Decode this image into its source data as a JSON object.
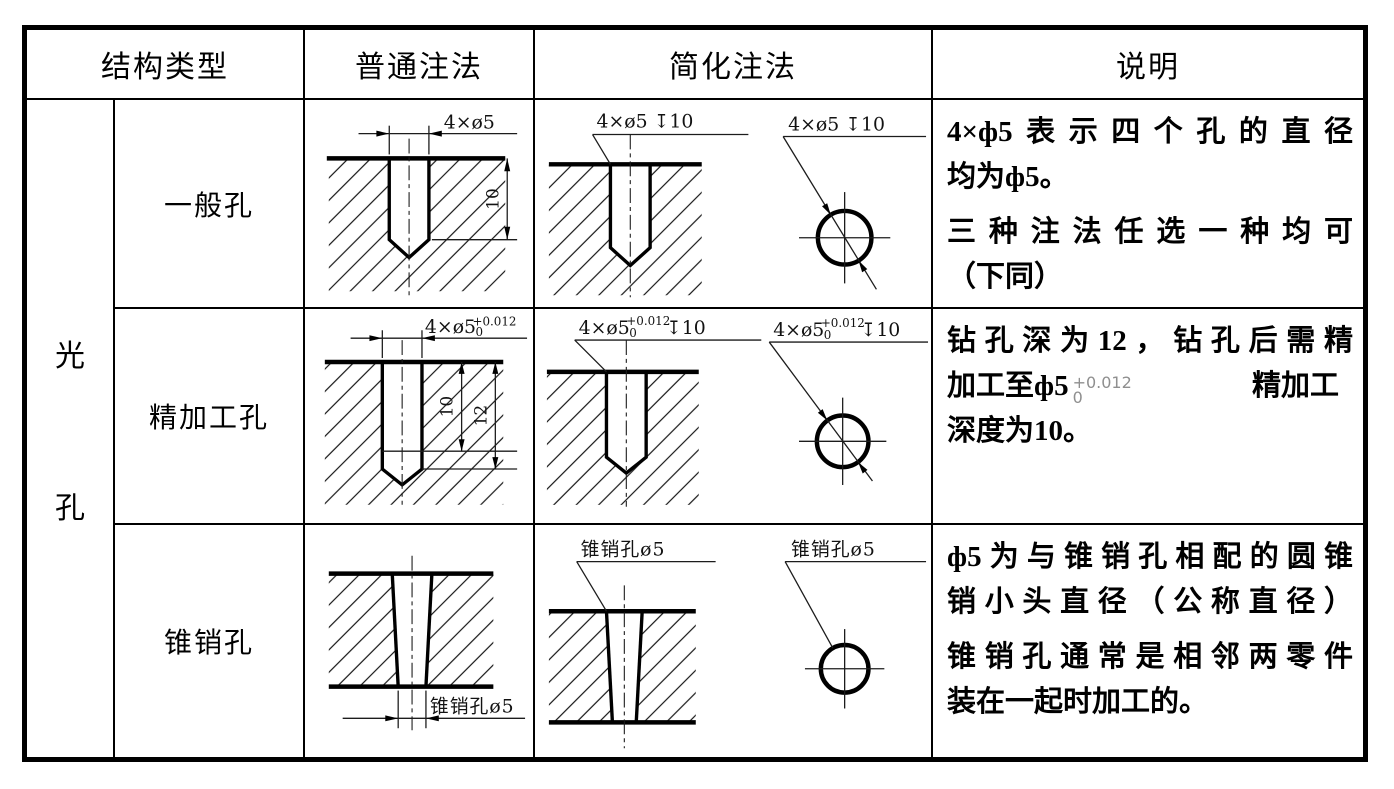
{
  "header": {
    "structure_type": "结构类型",
    "ordinary": "普通注法",
    "simplified": "简化注法",
    "description": "说明"
  },
  "category": {
    "line1": "光",
    "line2": "孔"
  },
  "row1": {
    "type_label": "一般孔",
    "ordinary": {
      "count_dia": "4×ø5",
      "depth": "10"
    },
    "simplified": {
      "section_label": "4×ø5 ↧10",
      "top_label": "4×ø5 ↧10"
    },
    "explanation": {
      "l1": "4×ф5表示四个孔的直径",
      "l2": "均为ф5。",
      "l3": "三种注法任选一种均可",
      "l4": "（下同）"
    }
  },
  "row2": {
    "type_label": "精加工孔",
    "ordinary": {
      "count_dia": "4×ø5",
      "tol_upper": "+0.012",
      "tol_lower": "0",
      "depth_fine": "10",
      "depth_drill": "12"
    },
    "simplified": {
      "count_dia": "4×ø5",
      "tol_upper": "+0.012",
      "tol_lower": "0",
      "depth": "↧10"
    },
    "explanation": {
      "l1": "钻孔深为12，钻孔后需精",
      "l2_pre": "加工至ф5",
      "tol_upper": "+0.012",
      "tol_lower": "0",
      "l2_post": "精加工",
      "l3": "深度为10。"
    }
  },
  "row3": {
    "type_label": "锥销孔",
    "ordinary": {
      "label": "锥销孔ø5"
    },
    "simplified": {
      "section_label": "锥销孔ø5",
      "top_label": "锥销孔ø5"
    },
    "explanation": {
      "l1": "ф5为与锥销孔相配的圆锥",
      "l2": "销小头直径（公称直径）",
      "l3": "锥销孔通常是相邻两零件",
      "l4": "装在一起时加工的。"
    }
  }
}
